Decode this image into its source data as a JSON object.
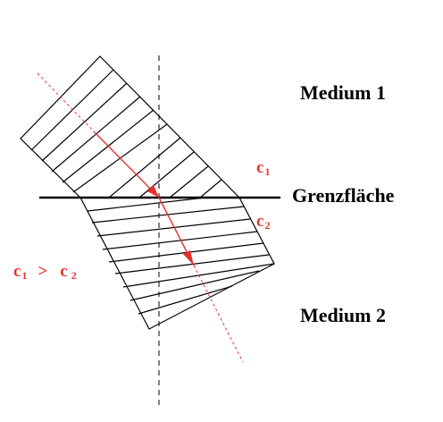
{
  "labels": {
    "medium1": "Medium 1",
    "medium2": "Medium 2",
    "interface": "Grenzfläche",
    "c1": {
      "base": "c",
      "sub": "1"
    },
    "c2": {
      "base": "c",
      "sub": "2"
    },
    "relation": {
      "left": {
        "base": "c",
        "sub": "1"
      },
      "operator": ">",
      "right": {
        "base": "c",
        "sub": "2"
      }
    }
  },
  "colors": {
    "ink": "#000000",
    "accent": "#e8322c"
  }
}
